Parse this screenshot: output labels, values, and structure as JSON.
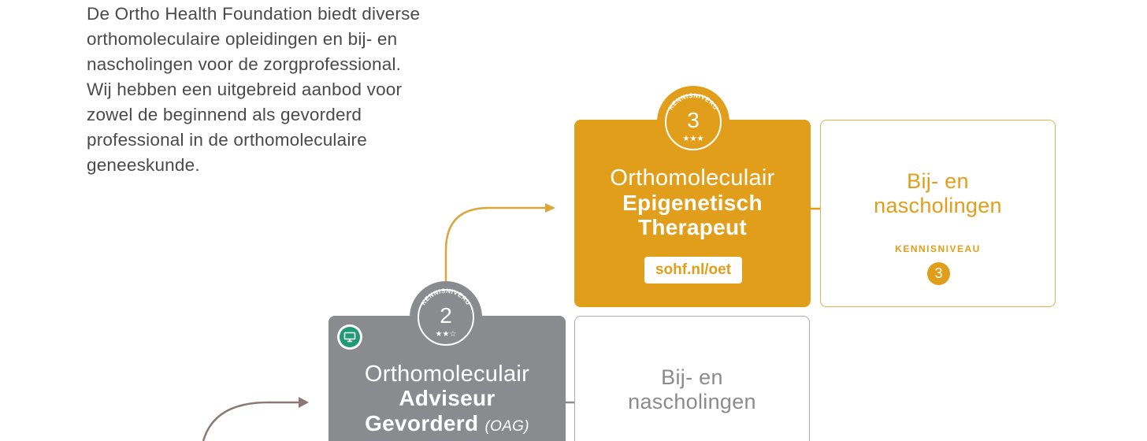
{
  "intro": {
    "lines": [
      "De Ortho Health Foundation biedt diverse",
      "orthomoleculaire opleidingen en bij- en",
      "nascholingen voor de zorgprofessional.",
      "Wij hebben een uitgebreid aanbod voor",
      "zowel de beginnend als gevorderd",
      "professional in de orthomoleculaire",
      "geneeskunde."
    ]
  },
  "oet": {
    "badge_label": "KENNISNIVEAU",
    "level": "3",
    "stars": "★★★",
    "line1": "Orthomoleculair",
    "line2": "Epigenetisch",
    "line3": "Therapeut",
    "link": "sohf.nl/oet",
    "color": "#e19e1b"
  },
  "oet_bij": {
    "line1": "Bij- en",
    "line2": "nascholingen",
    "kennis_label": "KENNISNIVEAU",
    "kennis_level": "3"
  },
  "oag": {
    "badge_label": "KENNISNIVEAU",
    "level": "2",
    "stars": "★★☆",
    "line1": "Orthomoleculair",
    "line2": "Adviseur",
    "line3": "Gevorderd",
    "abbrev": "(OAG)",
    "icon": "monitor-icon",
    "color": "#8a8b8e"
  },
  "oag_bij": {
    "line1": "Bij- en",
    "line2": "nascholingen"
  }
}
